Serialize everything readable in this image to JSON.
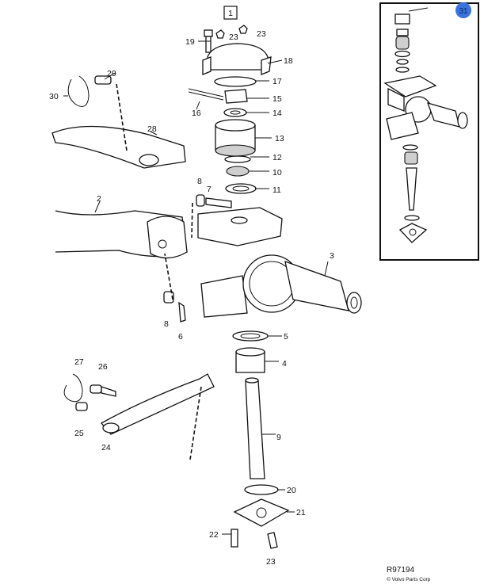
{
  "diagram_ref": "R97194",
  "copyright": "© Volvo Parts Corp",
  "badge": {
    "label": "31",
    "color": "#3a73d9"
  },
  "top_box_label": "1",
  "callouts": [
    "2",
    "3",
    "4",
    "5",
    "6",
    "7",
    "8",
    "8",
    "9",
    "10",
    "11",
    "12",
    "13",
    "14",
    "15",
    "16",
    "17",
    "18",
    "19",
    "20",
    "21",
    "22",
    "23",
    "23",
    "23",
    "24",
    "25",
    "26",
    "27",
    "28",
    "29",
    "30"
  ]
}
